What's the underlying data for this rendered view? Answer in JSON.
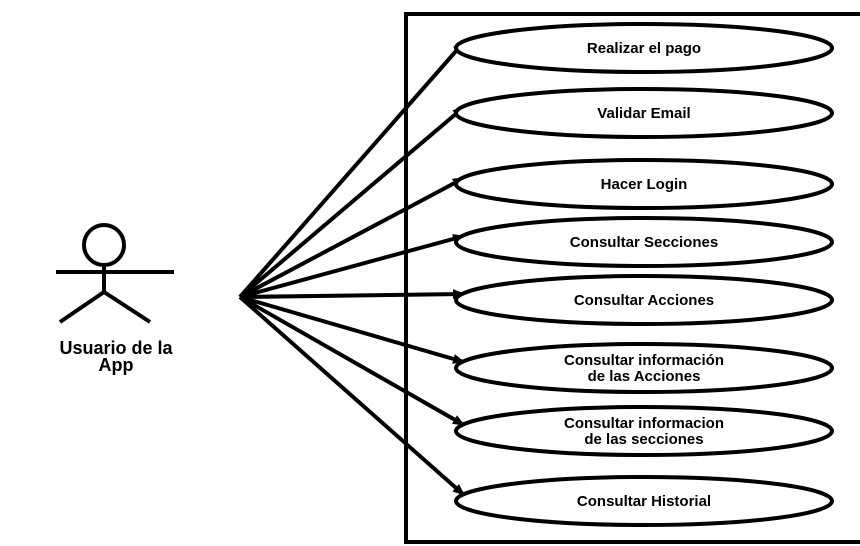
{
  "diagram": {
    "actor": {
      "name_line1": "Usuario de la",
      "name_line2": "App"
    },
    "use_cases": [
      {
        "lines": [
          "Realizar el pago"
        ]
      },
      {
        "lines": [
          "Validar Email"
        ]
      },
      {
        "lines": [
          "Hacer Login"
        ]
      },
      {
        "lines": [
          "Consultar Secciones"
        ]
      },
      {
        "lines": [
          "Consultar Acciones"
        ]
      },
      {
        "lines": [
          "Consultar información",
          "de las Acciones"
        ]
      },
      {
        "lines": [
          "Consultar informacion",
          "de las secciones"
        ]
      },
      {
        "lines": [
          "Consultar Historial"
        ]
      }
    ],
    "colors": {
      "stroke": "#000000",
      "fill": "#ffffff",
      "text": "#000000"
    }
  }
}
